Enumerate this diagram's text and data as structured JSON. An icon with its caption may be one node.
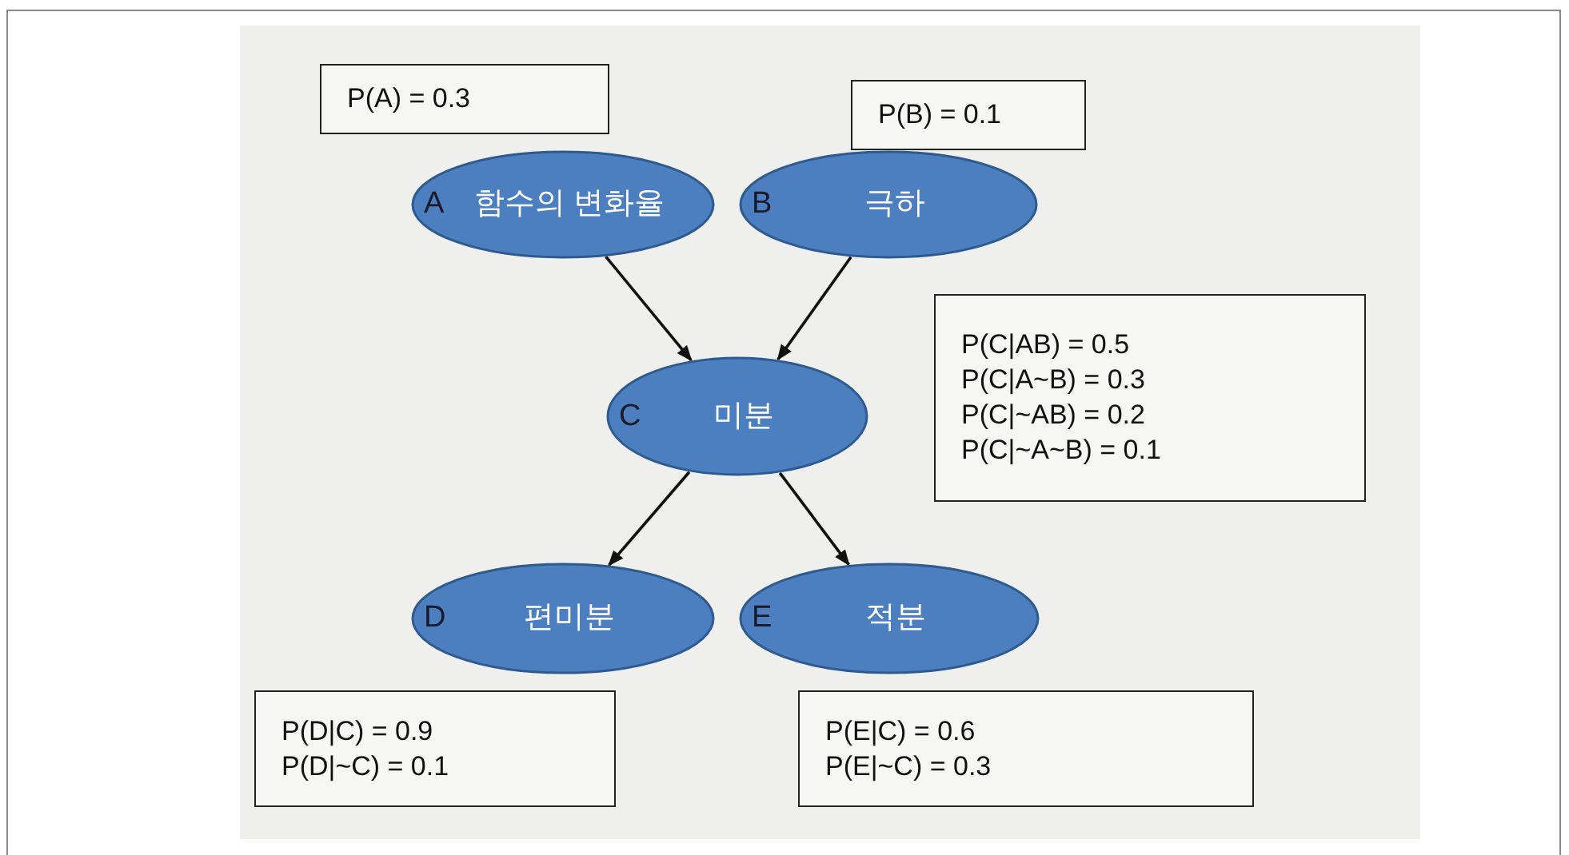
{
  "diagram": {
    "nodes": [
      {
        "text": [
          "P(A) = 0.3"
        ]
      },
      {
        "text": [
          "P(B) = 0.1"
        ]
      },
      {
        "text": [
          "A",
          "함수의 변화율"
        ]
      },
      {
        "text": [
          "B",
          "극하"
        ]
      },
      {
        "text": [
          "P(C|AB) = 0.5",
          "P(C|A~B) = 0.3",
          "P(C|~AB) = 0.2",
          "P(C|~A~B) = 0.1"
        ]
      },
      {
        "text": [
          "C",
          "미분"
        ]
      },
      {
        "text": [
          "D",
          "편미분"
        ]
      },
      {
        "text": [
          "E",
          "적분"
        ]
      },
      {
        "text": [
          "P(D|C) = 0.9",
          "P(D|~C) = 0.1"
        ]
      },
      {
        "text": [
          "P(E|C) = 0.6",
          "P(E|~C) = 0.3"
        ]
      }
    ],
    "edges": [
      {
        "from": 2,
        "to": 5,
        "arrow": "to"
      },
      {
        "from": 3,
        "to": 5,
        "arrow": "to"
      },
      {
        "from": 5,
        "to": 6,
        "arrow": "to"
      },
      {
        "from": 5,
        "to": 7,
        "arrow": "to"
      }
    ]
  }
}
